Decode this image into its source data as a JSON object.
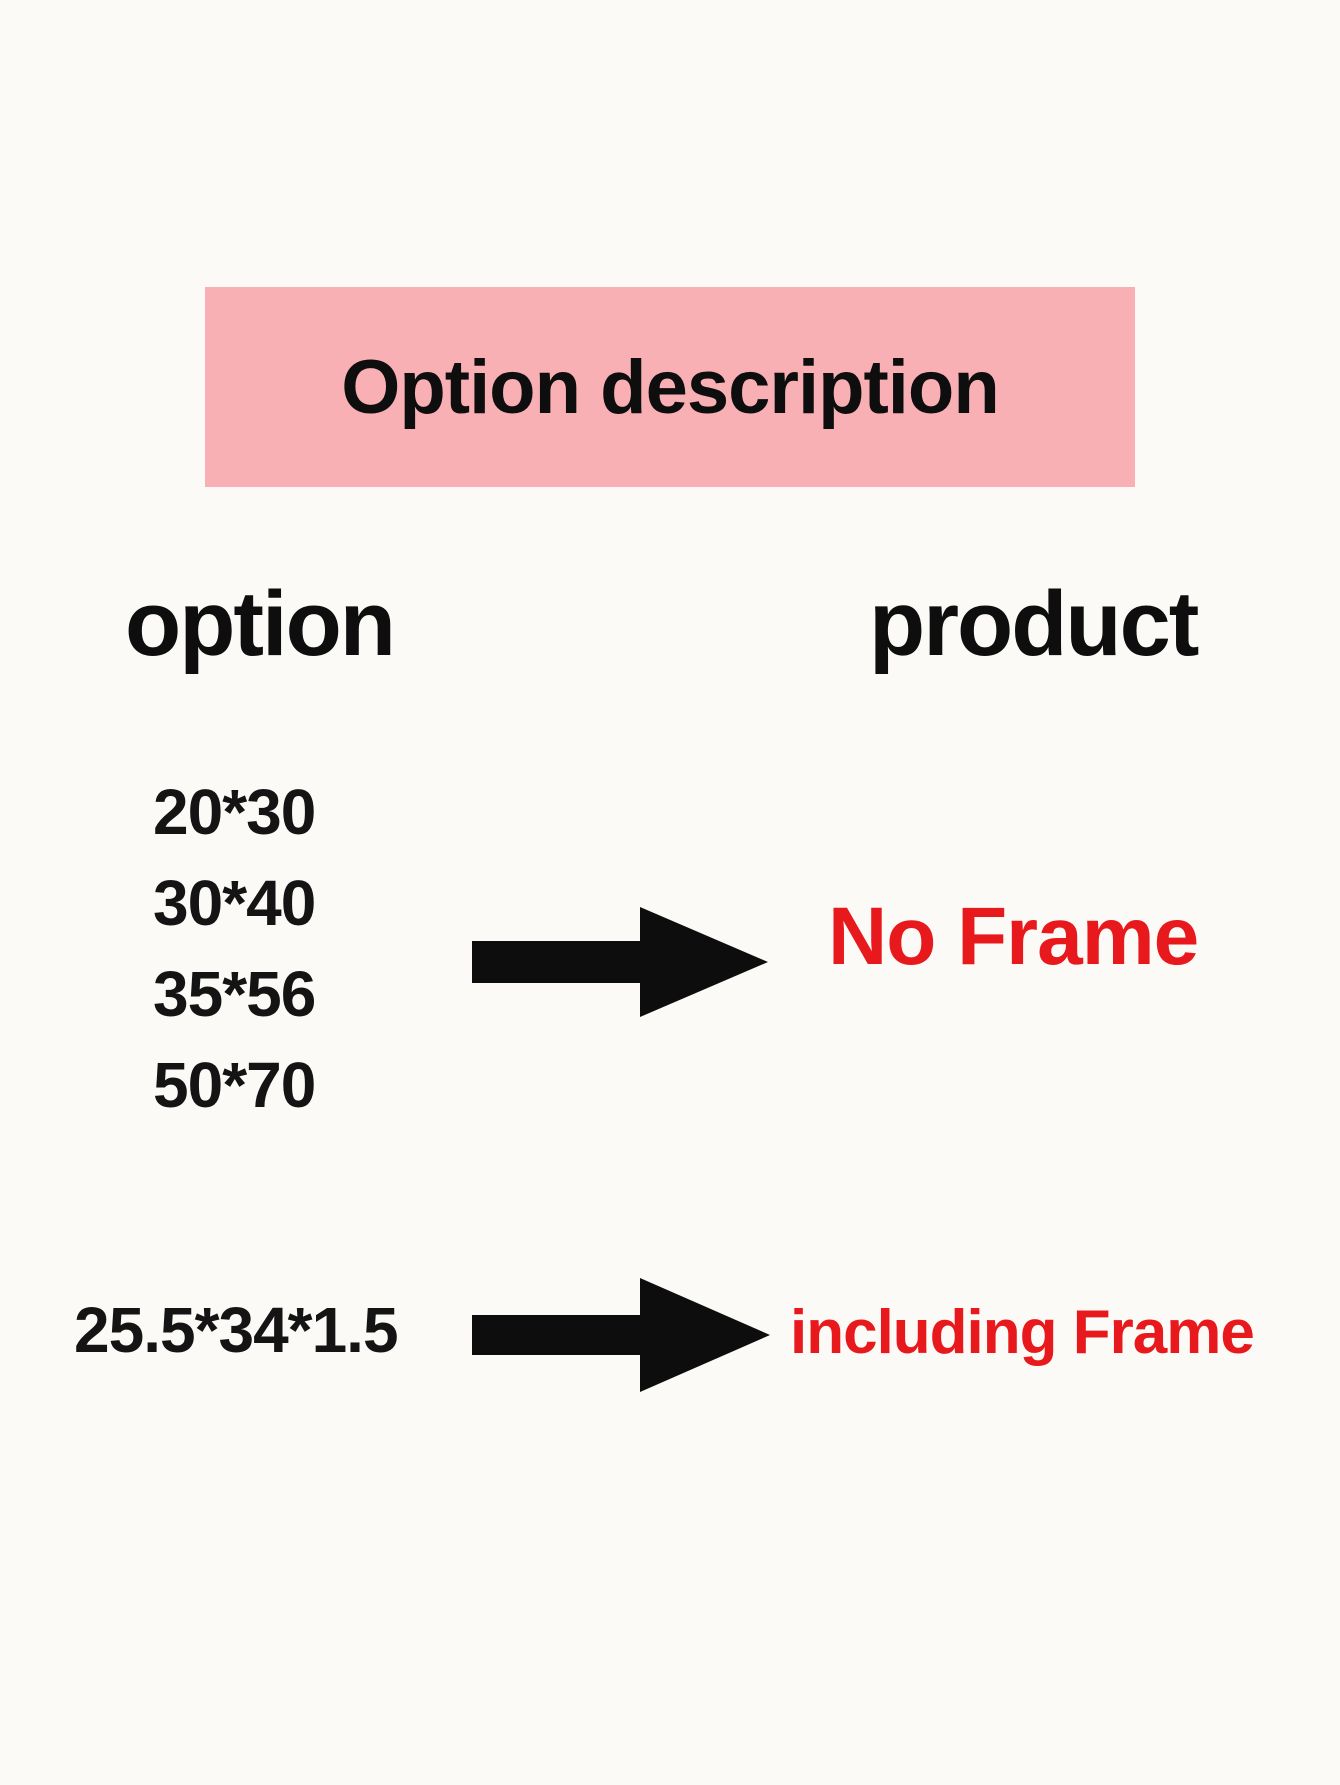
{
  "banner": {
    "title": "Option description"
  },
  "columns": {
    "option_header": "option",
    "product_header": "product"
  },
  "groups": [
    {
      "options": [
        "20*30",
        "30*40",
        "35*56",
        "50*70"
      ],
      "product": "No Frame"
    },
    {
      "options": [
        "25.5*34*1.5"
      ],
      "product": "including Frame"
    }
  ],
  "icons": {
    "arrow_1": "arrow-right-icon",
    "arrow_2": "arrow-right-icon"
  },
  "colors": {
    "background": "#fcfaf6",
    "banner_background": "#f8b0b4",
    "text_black": "#141414",
    "arrow_black": "#0d0d0d",
    "accent_red": "#e8191d"
  }
}
